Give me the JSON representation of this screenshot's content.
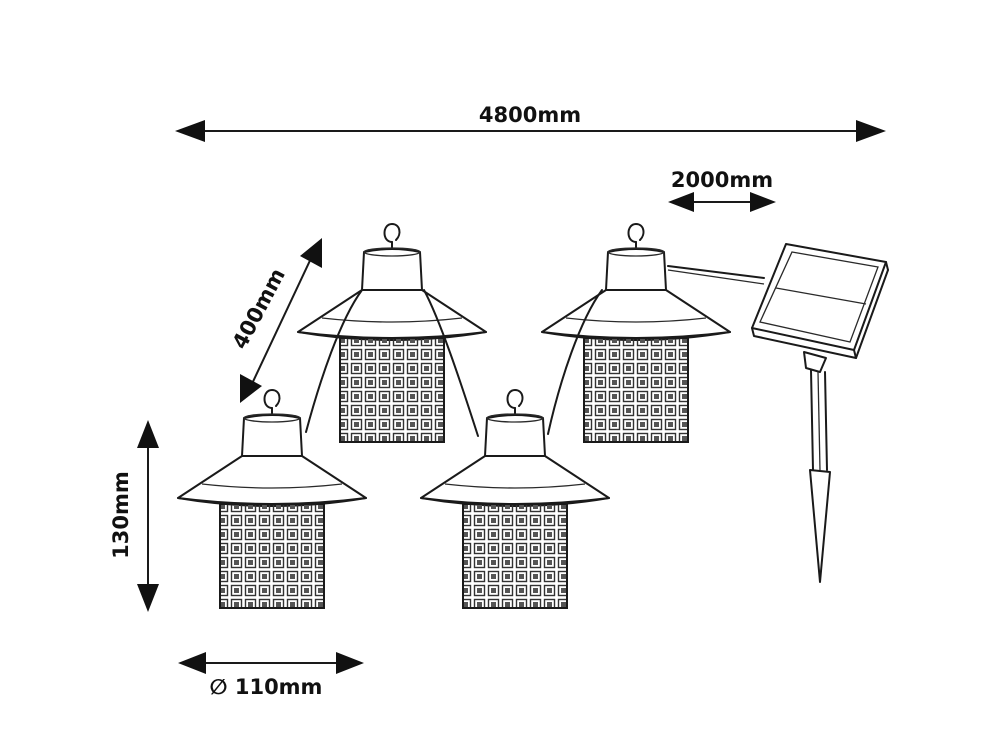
{
  "dimensions": {
    "total_length": "4800mm",
    "cable_to_panel": "2000mm",
    "lantern_spacing": "400mm",
    "height": "130mm",
    "diameter": "∅ 110mm"
  },
  "colors": {
    "line": "#1a1a1a",
    "background": "#ffffff"
  }
}
